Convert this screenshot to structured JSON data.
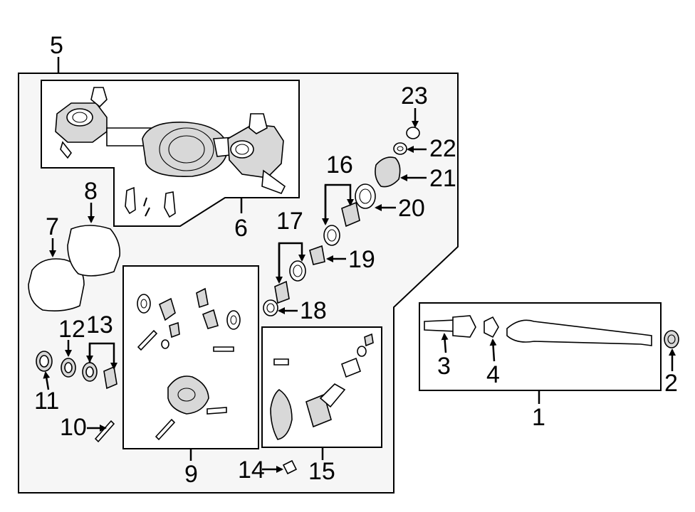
{
  "diagram": {
    "callouts": {
      "c1": "1",
      "c2": "2",
      "c3": "3",
      "c4": "4",
      "c5": "5",
      "c6": "6",
      "c7": "7",
      "c8": "8",
      "c9": "9",
      "c10": "10",
      "c11": "11",
      "c12": "12",
      "c13": "13",
      "c14": "14",
      "c15": "15",
      "c16": "16",
      "c17": "17",
      "c18": "18",
      "c19": "19",
      "c20": "20",
      "c21": "21",
      "c22": "22",
      "c23": "23"
    },
    "colors": {
      "line": "#000000",
      "panel": "#f6f6f6",
      "background": "#ffffff",
      "part_shade": "#d8d8d8"
    }
  }
}
